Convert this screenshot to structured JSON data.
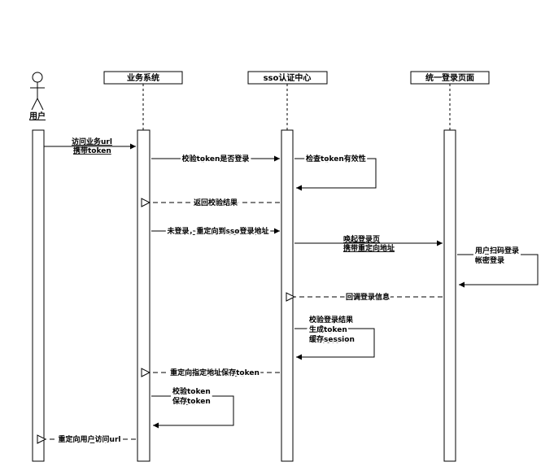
{
  "participants": {
    "user": "用户",
    "business": "业务系统",
    "sso": "sso认证中心",
    "login_page": "统一登录页面"
  },
  "messages": {
    "m1": [
      "访问业务url",
      "携带token"
    ],
    "m2": [
      "校验token是否登录"
    ],
    "m3": [
      "检查token有效性"
    ],
    "m4": [
      "返回校验结果"
    ],
    "m5": [
      "未登录，重定向到sso登录地址"
    ],
    "m6": [
      "唤起登录页",
      "携带重定向地址"
    ],
    "m7": [
      "用户扫码登录",
      "帐密登录"
    ],
    "m8": [
      "回调登录信息"
    ],
    "m9": [
      "校验登录结果",
      "生成token",
      "缓存session"
    ],
    "m10": [
      "重定向指定地址保存token"
    ],
    "m11": [
      "校验token",
      "保存token"
    ],
    "m12": [
      "重定向用户访问url"
    ]
  }
}
